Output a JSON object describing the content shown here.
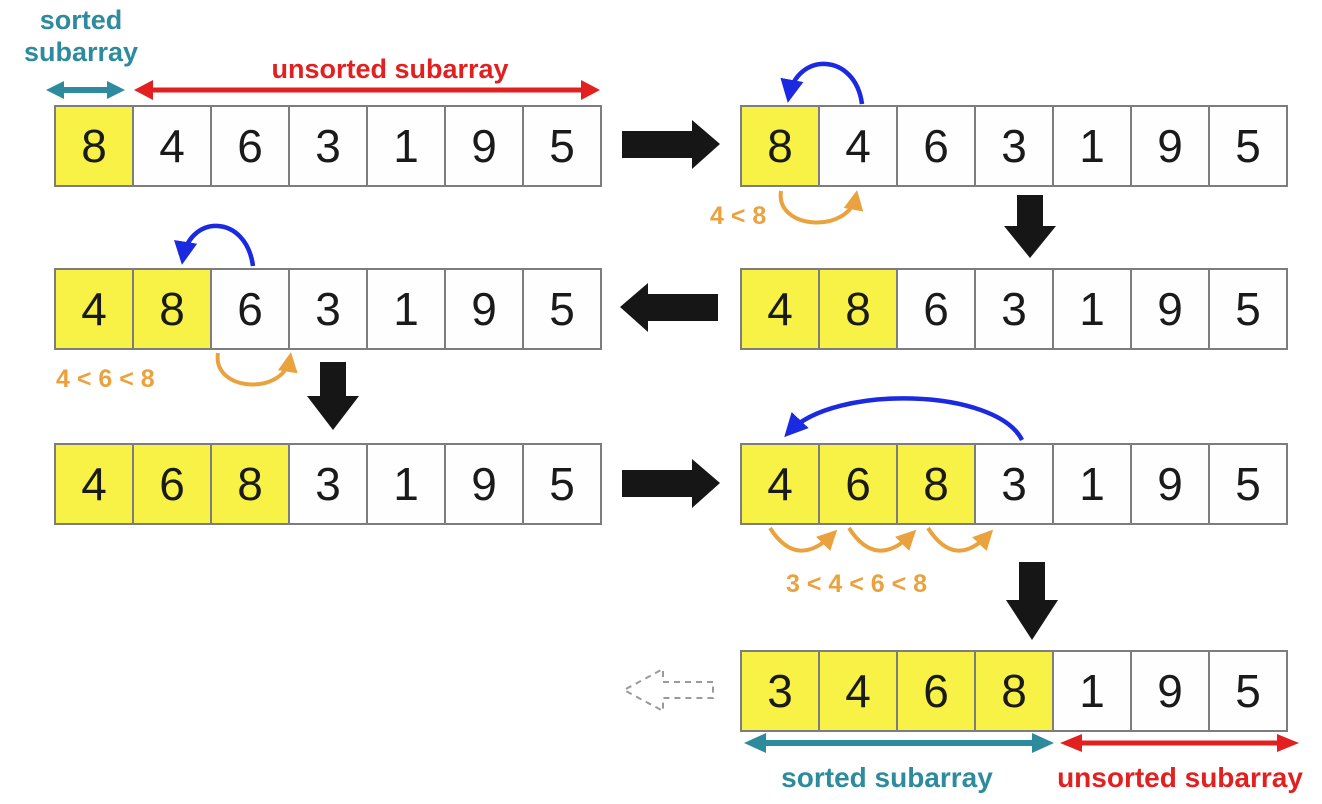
{
  "diagram": "insertion-sort-steps",
  "colors": {
    "sorted_label_teal": "#2e8b9d",
    "unsorted_label_red": "#e32020",
    "highlight_yellow": "#f7f245",
    "comparison_orange": "#eaa23e",
    "move_arrow_blue": "#1b2ae0",
    "flow_arrow_black": "#161616",
    "cell_border_gray": "#7d7d7d"
  },
  "labels": {
    "top_sorted_line1": "sorted",
    "top_sorted_line2": "subarray",
    "top_unsorted": "unsorted subarray",
    "bottom_sorted": "sorted subarray",
    "bottom_unsorted": "unsorted subarray"
  },
  "comparisons": {
    "step1": "4 < 8",
    "step2": "4 < 6 < 8",
    "step3": "3 < 4 < 6 < 8"
  },
  "arrays": [
    {
      "name": "step1-initial",
      "values": [
        8,
        4,
        6,
        3,
        1,
        9,
        5
      ],
      "sorted_count": 1
    },
    {
      "name": "step1-compare",
      "values": [
        8,
        4,
        6,
        3,
        1,
        9,
        5
      ],
      "sorted_count": 1
    },
    {
      "name": "step2-result",
      "values": [
        4,
        8,
        6,
        3,
        1,
        9,
        5
      ],
      "sorted_count": 2
    },
    {
      "name": "step2-compare",
      "values": [
        4,
        8,
        6,
        3,
        1,
        9,
        5
      ],
      "sorted_count": 2
    },
    {
      "name": "step3-result",
      "values": [
        4,
        6,
        8,
        3,
        1,
        9,
        5
      ],
      "sorted_count": 3
    },
    {
      "name": "step3-compare",
      "values": [
        4,
        6,
        8,
        3,
        1,
        9,
        5
      ],
      "sorted_count": 3
    },
    {
      "name": "final-partial",
      "values": [
        3,
        4,
        6,
        8,
        1,
        9,
        5
      ],
      "sorted_count": 4
    }
  ]
}
